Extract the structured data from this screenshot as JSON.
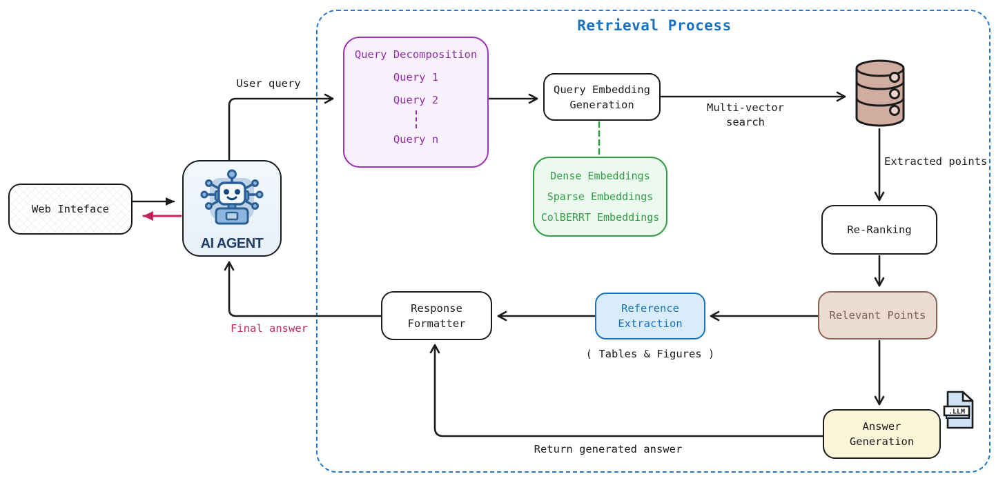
{
  "diagram": {
    "title": "Retrieval Process",
    "nodes": {
      "web_interface": {
        "label": "Web Inteface"
      },
      "ai_agent": {
        "label": "AI AGENT"
      },
      "query_decomposition": {
        "title": "Query Decomposition",
        "items": [
          "Query 1",
          "Query 2",
          "Query n"
        ]
      },
      "query_embedding": {
        "line1": "Query Embedding",
        "line2": "Generation"
      },
      "embeddings": {
        "items": [
          "Dense Embeddings",
          "Sparse Embeddings",
          "ColBERRT Embeddings"
        ]
      },
      "re_ranking": {
        "label": "Re-Ranking"
      },
      "relevant_points": {
        "label": "Relevant Points"
      },
      "reference_extraction": {
        "line1": "Reference",
        "line2": "Extraction",
        "note": "( Tables & Figures )"
      },
      "response_formatter": {
        "line1": "Response",
        "line2": "Formatter"
      },
      "answer_generation": {
        "line1": "Answer",
        "line2": "Generation"
      },
      "llm_file": {
        "label": ".LLM"
      }
    },
    "edge_labels": {
      "user_query": "User query",
      "multi_vector_line1": "Multi-vector",
      "multi_vector_line2": "search",
      "extracted_points": "Extracted points",
      "final_answer": "Final answer",
      "return_answer": "Return generated answer"
    },
    "colors": {
      "container_border": "#2477cf",
      "title_text": "#1971c2",
      "purple_border": "#9c36b5",
      "purple_fill": "#f8f0fb",
      "purple_text": "#8f2fa8",
      "green_border": "#2f9e44",
      "green_fill": "#ecf9ef",
      "blue_border": "#1971c2",
      "blue_fill": "#d8ecfa",
      "tan_border": "#8a6354",
      "tan_fill": "#ecdbd3",
      "tan_text": "#7a6156",
      "cream_fill": "#fcf5d8",
      "database_fill": "#d1aca1",
      "crimson": "#c2255c",
      "ink": "#1b1b1b",
      "agent_label": "#1d3f66"
    }
  }
}
